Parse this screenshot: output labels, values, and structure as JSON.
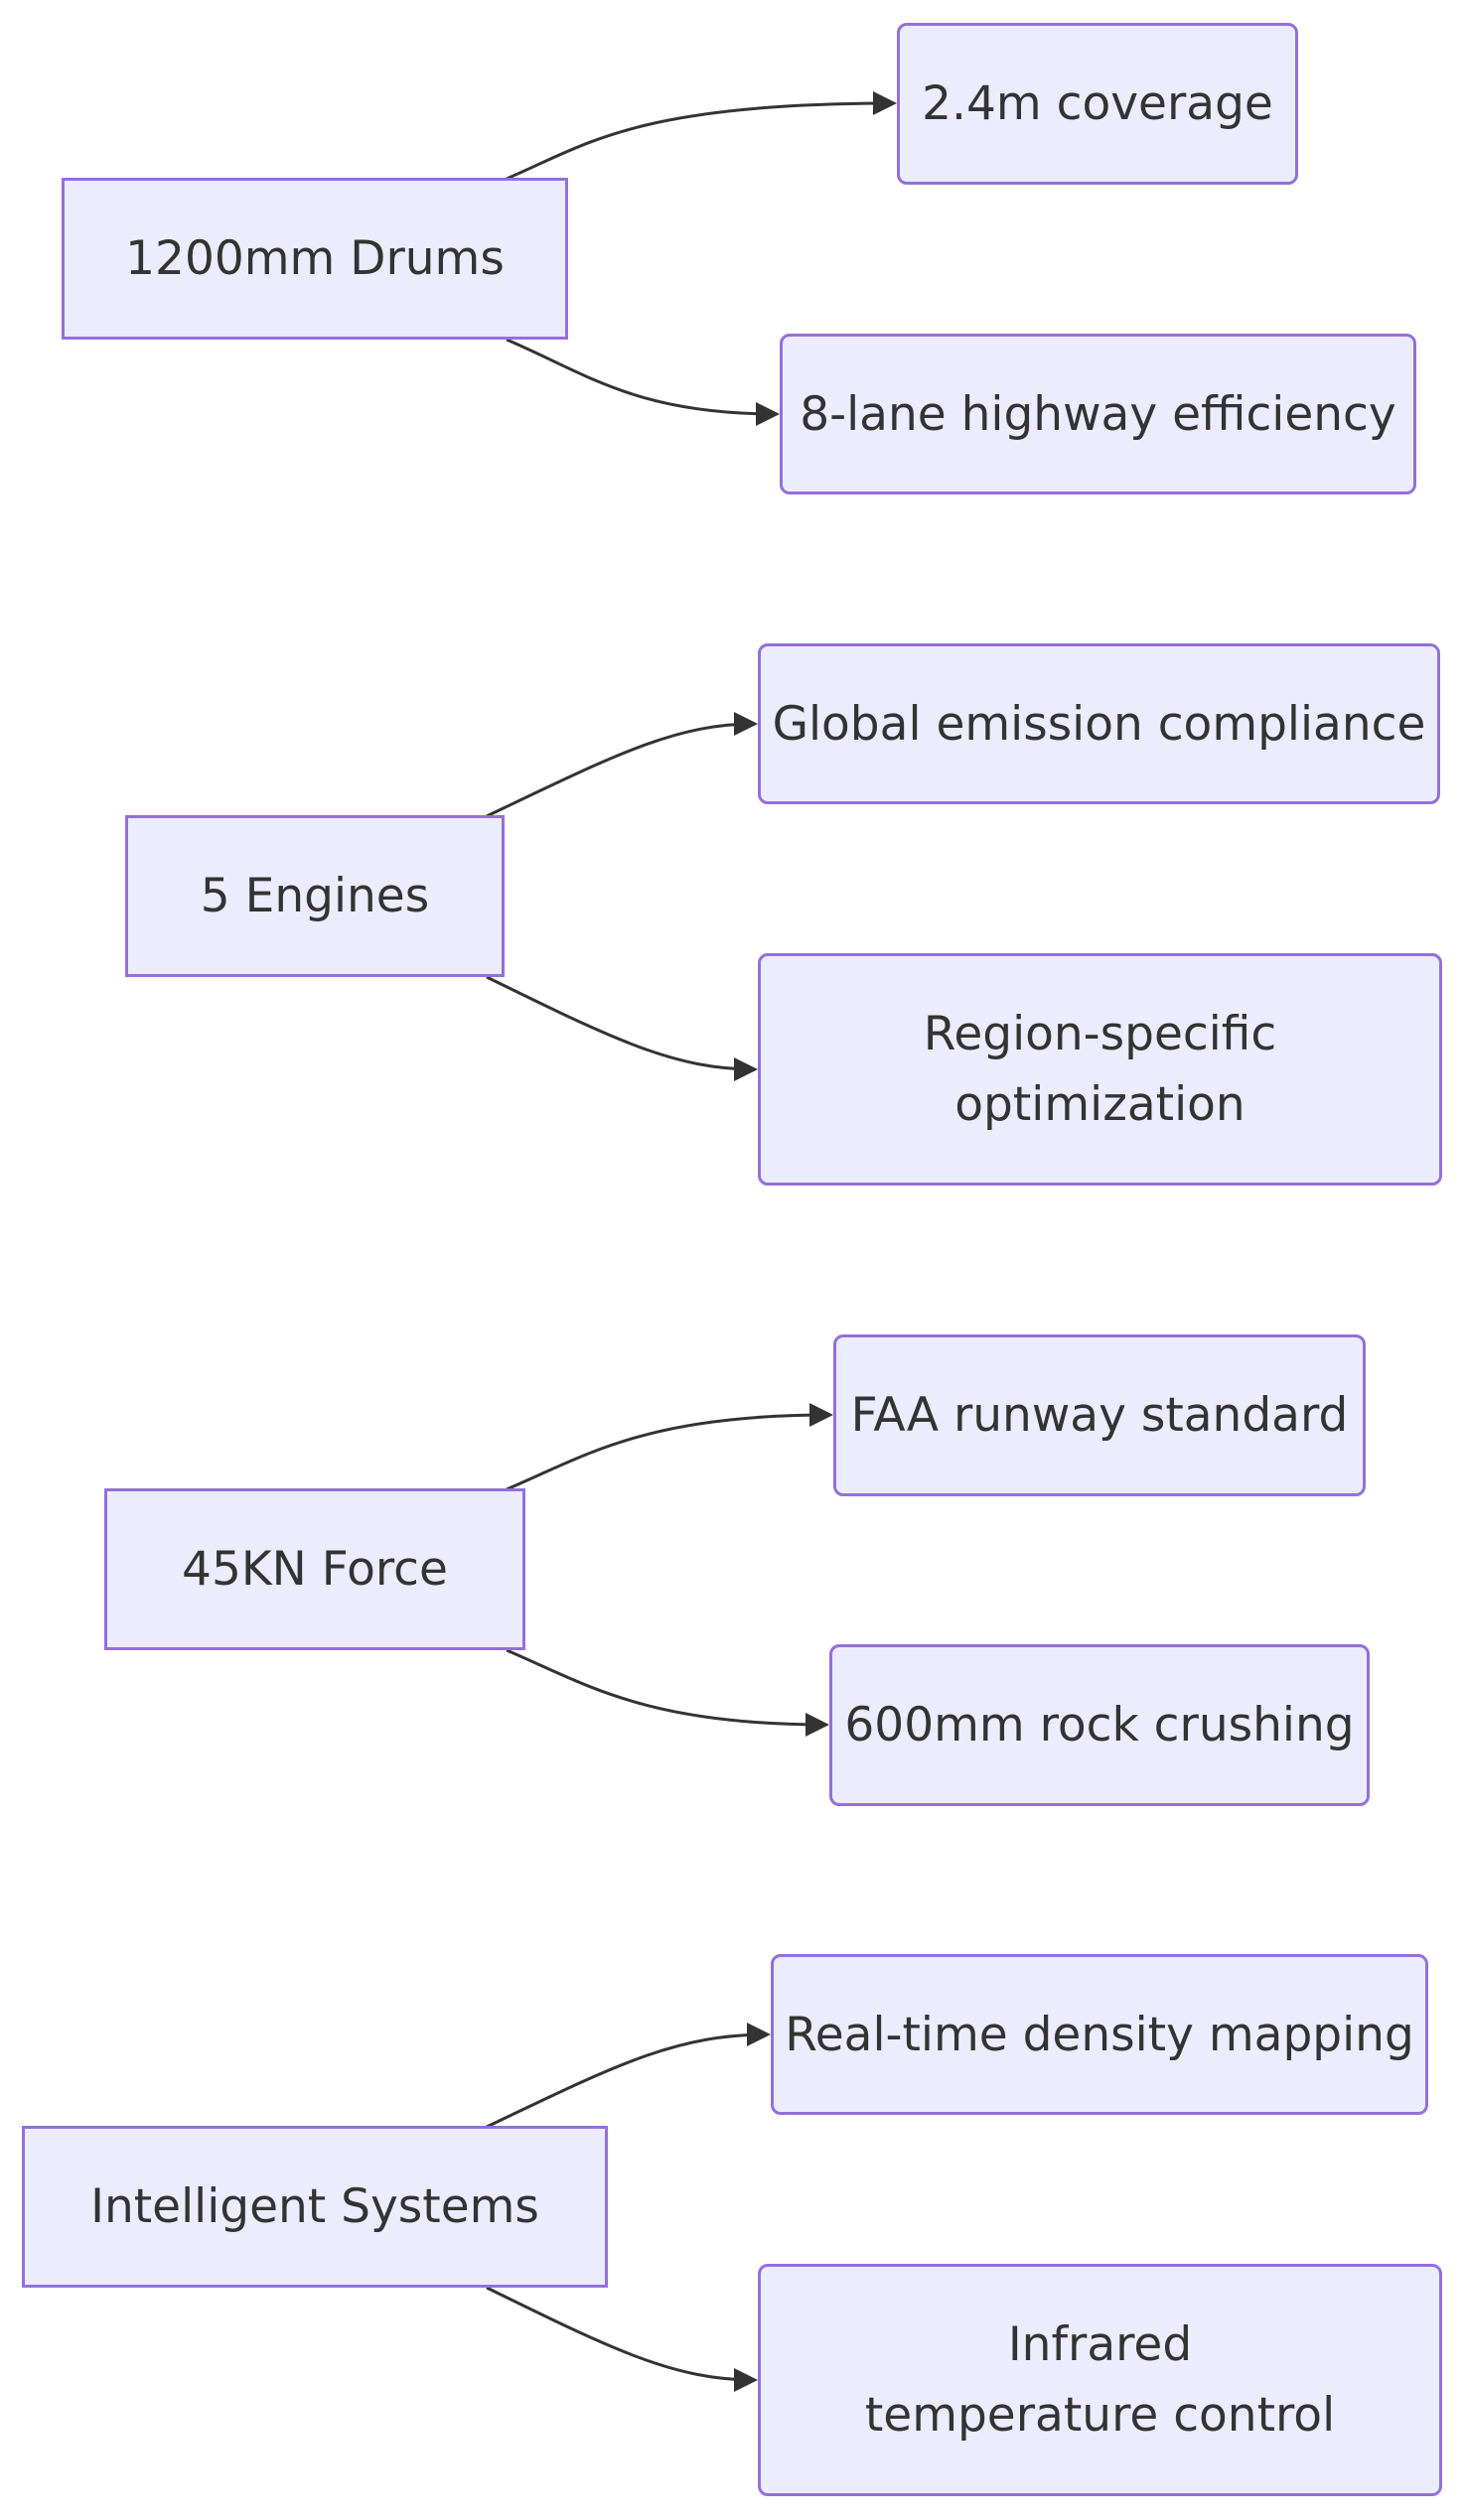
{
  "diagram": {
    "type": "flowchart",
    "direction": "LR",
    "colors": {
      "node_fill": "#ececff",
      "node_stroke": "#9370db",
      "edge": "#333333",
      "text": "#333333"
    },
    "groups": [
      {
        "source": "1200mm Drums",
        "targets": [
          "2.4m coverage",
          "8-lane highway efficiency"
        ]
      },
      {
        "source": "5 Engines",
        "targets": [
          "Global emission compliance",
          "Region-specific optimization"
        ]
      },
      {
        "source": "45KN Force",
        "targets": [
          "FAA runway standard",
          "600mm rock crushing"
        ]
      },
      {
        "source": "Intelligent Systems",
        "targets": [
          "Real-time density mapping",
          "Infrared temperature control"
        ]
      }
    ]
  }
}
